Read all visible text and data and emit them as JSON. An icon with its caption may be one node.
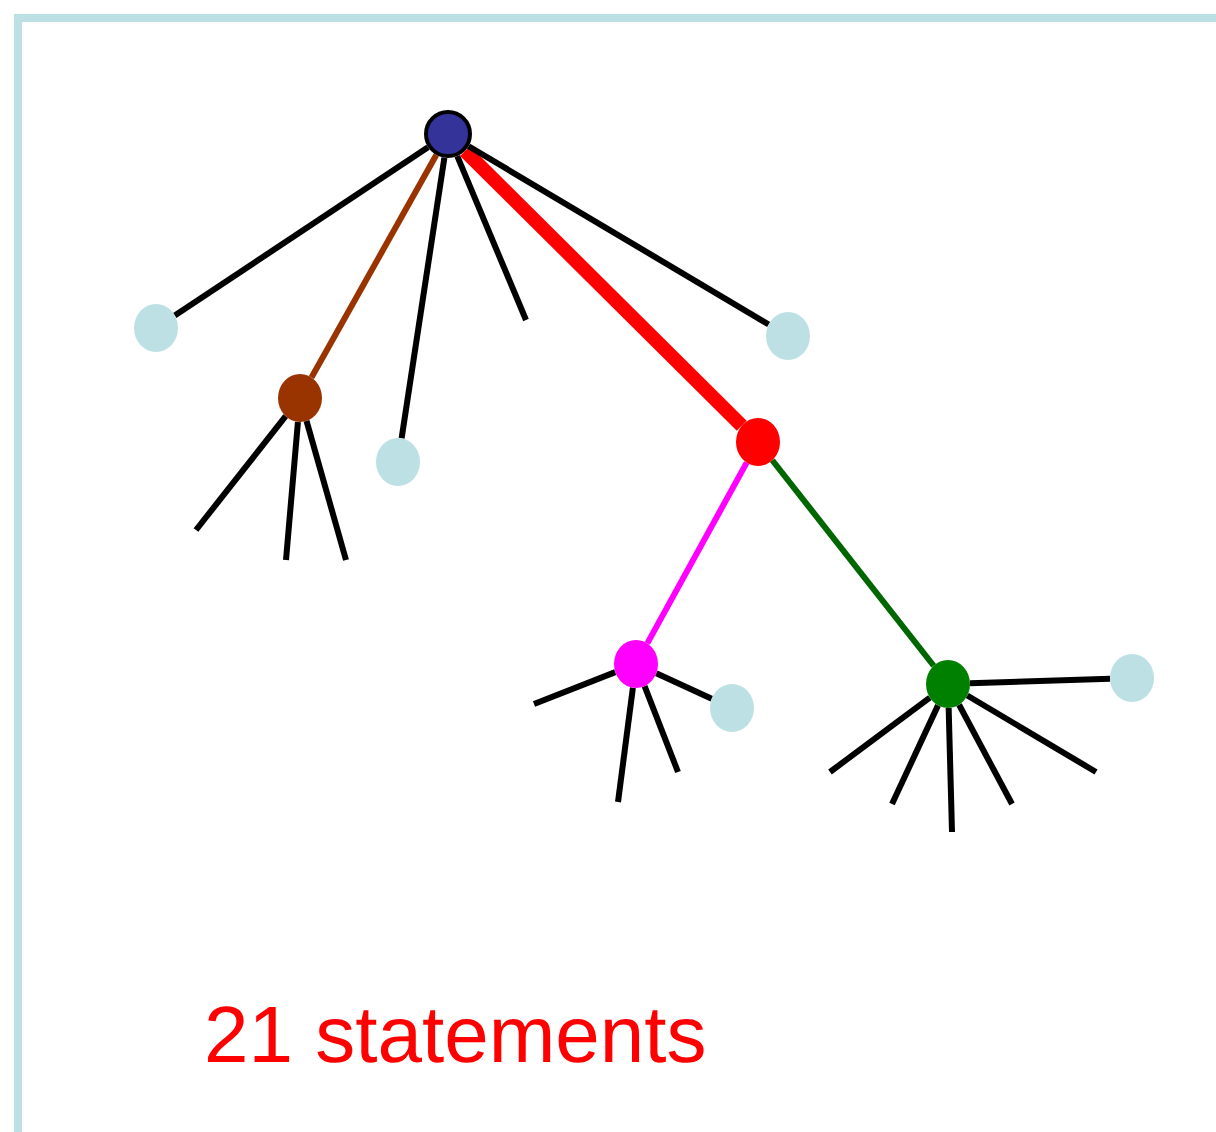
{
  "diagram": {
    "nodes": [
      {
        "text": [],
        "shape": "circle"
      },
      {
        "text": [],
        "shape": "circle"
      },
      {
        "text": [],
        "shape": "circle"
      },
      {
        "text": [],
        "shape": "circle"
      },
      {
        "text": [],
        "shape": "circle"
      },
      {
        "text": [],
        "shape": "circle"
      },
      {
        "text": [],
        "shape": "circle"
      },
      {
        "text": [],
        "shape": "circle"
      },
      {
        "text": [],
        "shape": "circle"
      },
      {
        "text": [],
        "shape": "circle"
      }
    ],
    "edges": [
      {
        "from": 0,
        "to": 1,
        "arrow": "none"
      },
      {
        "from": 0,
        "to": 3,
        "arrow": "none",
        "color": "#993300"
      },
      {
        "from": 0,
        "to": 5,
        "arrow": "none"
      },
      {
        "from": 0,
        "to": null,
        "arrow": "none"
      },
      {
        "from": 0,
        "to": 4,
        "arrow": "none",
        "style": "thick",
        "color": "#ff0000"
      },
      {
        "from": 0,
        "to": 2,
        "arrow": "none"
      },
      {
        "from": 3,
        "to": null,
        "arrow": "none"
      },
      {
        "from": 3,
        "to": null,
        "arrow": "none"
      },
      {
        "from": 3,
        "to": null,
        "arrow": "none"
      },
      {
        "from": 4,
        "to": 6,
        "arrow": "none",
        "color": "#ff00ff"
      },
      {
        "from": 4,
        "to": 8,
        "arrow": "none",
        "color": "#006600"
      },
      {
        "from": 6,
        "to": null,
        "arrow": "none"
      },
      {
        "from": 6,
        "to": null,
        "arrow": "none"
      },
      {
        "from": 6,
        "to": null,
        "arrow": "none"
      },
      {
        "from": 6,
        "to": 9,
        "arrow": "none"
      },
      {
        "from": 8,
        "to": 7,
        "arrow": "none"
      },
      {
        "from": 8,
        "to": null,
        "arrow": "none"
      },
      {
        "from": 8,
        "to": null,
        "arrow": "none"
      },
      {
        "from": 8,
        "to": null,
        "arrow": "none"
      },
      {
        "from": 8,
        "to": null,
        "arrow": "none"
      },
      {
        "from": 8,
        "to": null,
        "arrow": "none"
      }
    ],
    "labels": [
      "21 statements"
    ]
  }
}
